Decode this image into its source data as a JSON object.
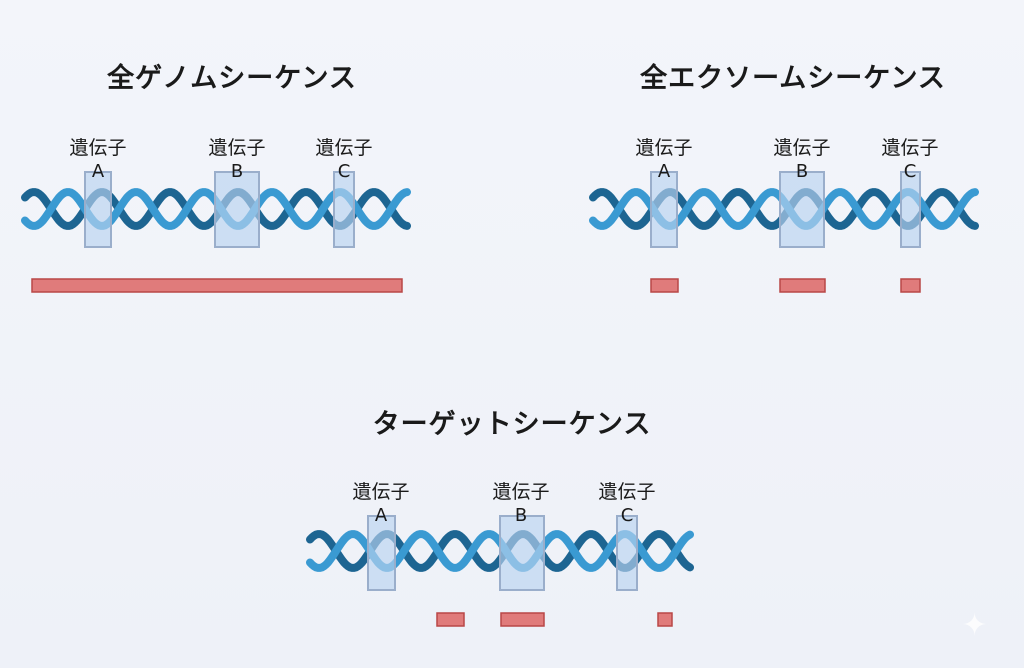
{
  "panels": [
    {
      "title": "全ゲノムシーケンス",
      "genes": [
        {
          "word": "遺伝子",
          "letter": "A"
        },
        {
          "word": "遺伝子",
          "letter": "B"
        },
        {
          "word": "遺伝子",
          "letter": "C"
        }
      ],
      "coverage": "whole"
    },
    {
      "title": "全エクソームシーケンス",
      "genes": [
        {
          "word": "遺伝子",
          "letter": "A"
        },
        {
          "word": "遺伝子",
          "letter": "B"
        },
        {
          "word": "遺伝子",
          "letter": "C"
        }
      ],
      "coverage": "exons"
    },
    {
      "title": "ターゲットシーケンス",
      "genes": [
        {
          "word": "遺伝子",
          "letter": "A"
        },
        {
          "word": "遺伝子",
          "letter": "B"
        },
        {
          "word": "遺伝子",
          "letter": "C"
        }
      ],
      "coverage": "targets"
    }
  ],
  "colors": {
    "strand_dark": "#1d6592",
    "strand_light": "#3a9ad2",
    "gene_box": "#b9d3ef",
    "gene_border": "#9aaecb",
    "read_fill": "#e07b7b",
    "read_border": "#b94747"
  }
}
